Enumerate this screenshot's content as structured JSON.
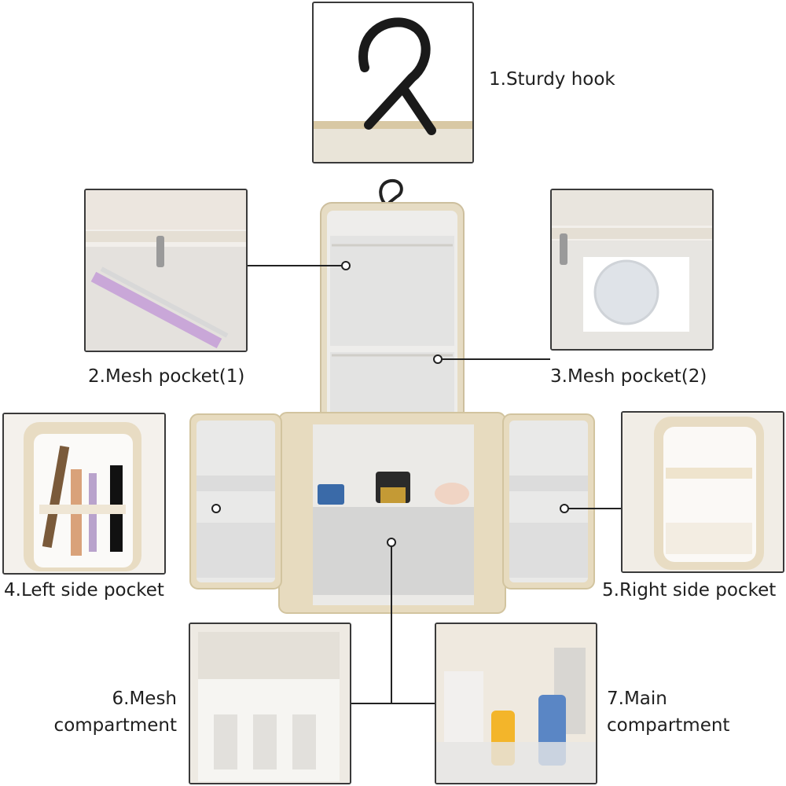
{
  "callouts": {
    "c1": "1.Sturdy hook",
    "c2": "2.Mesh pocket(1)",
    "c3": "3.Mesh pocket(2)",
    "c4": "4.Left side pocket",
    "c5": "5.Right side pocket",
    "c6_line1": "6.Mesh",
    "c6_line2": "compartment",
    "c7_line1": "7.Main",
    "c7_line2": "compartment"
  },
  "colors": {
    "bag_beige": "#e8dcc2",
    "lining": "#ecebe8",
    "frame": "#3a3a3a",
    "hook": "#1a1a1a"
  }
}
